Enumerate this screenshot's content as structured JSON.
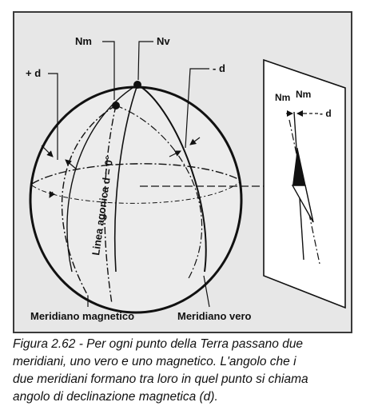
{
  "figure": {
    "labels": {
      "nm_top": "Nm",
      "nv_top": "Nv",
      "plus_d": "+ d",
      "minus_d": "- d",
      "agonic_line": "Linea agonica  d = 0°",
      "magnetic_meridian": "Meridiano magnetico",
      "true_meridian": "Meridiano vero",
      "panel_nm_left": "Nm",
      "panel_nm_right": "Nm",
      "panel_minus_d": "- d"
    }
  },
  "caption": {
    "line1": "Figura 2.62 - Per ogni punto della Terra passano due",
    "line2": "meridiani, uno vero e uno magnetico. L'angolo che i",
    "line3": "due meridiani formano tra loro in quel punto si chiama",
    "line4": "angolo di declinazione magnetica (d)."
  },
  "colors": {
    "background": "#e7e7e7",
    "ink": "#111111",
    "panel": "#ffffff"
  }
}
